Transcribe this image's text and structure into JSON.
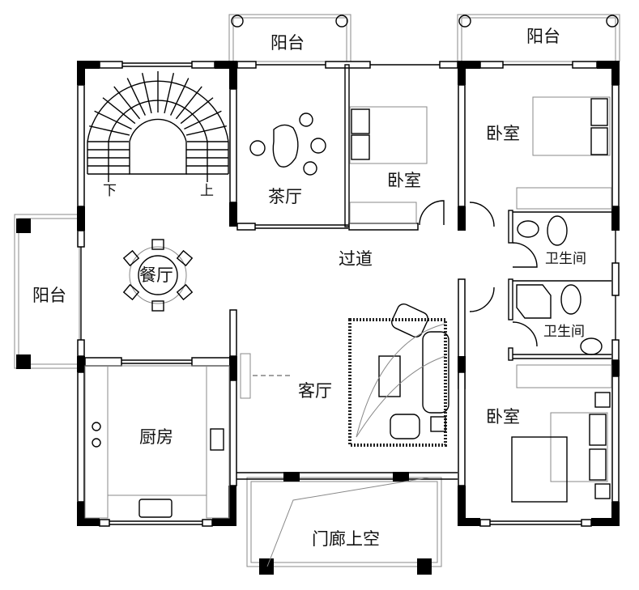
{
  "plan": {
    "type": "floor-plan",
    "rooms": {
      "balcony_top_left": "阳台",
      "balcony_top_right": "阳台",
      "balcony_left": "阳台",
      "tea_room": "茶厅",
      "bedroom_top_middle": "卧室",
      "bedroom_top_right": "卧室",
      "corridor": "过道",
      "bathroom_1": "卫生间",
      "bathroom_2": "卫生间",
      "dining_room": "餐厅",
      "living_room": "客厅",
      "kitchen": "厨房",
      "bedroom_bottom_right": "卧室",
      "porch_void": "门廊上空"
    },
    "stairs": {
      "down_label": "下",
      "up_label": "上"
    },
    "colors": {
      "wall": "#000000",
      "line": "#000000",
      "secondary_line": "#888888",
      "background": "#ffffff"
    }
  }
}
